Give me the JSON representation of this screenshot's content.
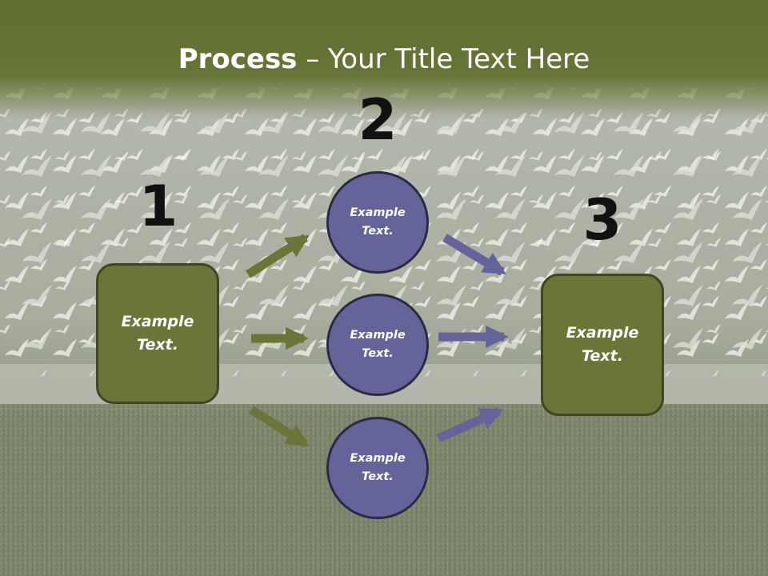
{
  "slide": {
    "title_bold": "Process",
    "title_rest": " – Your Title Text Here"
  },
  "steps": [
    {
      "number": "1",
      "label": "Example Text."
    },
    {
      "number": "2",
      "circles": [
        "Example Text.",
        "Example Text.",
        "Example Text."
      ]
    },
    {
      "number": "3",
      "label": "Example Text."
    }
  ],
  "colors": {
    "header_band": "#616f31",
    "box_fill": "#6b7538",
    "circle_fill": "#65649a",
    "green_arrow": "#6b7538",
    "purple_arrow": "#65649a"
  }
}
